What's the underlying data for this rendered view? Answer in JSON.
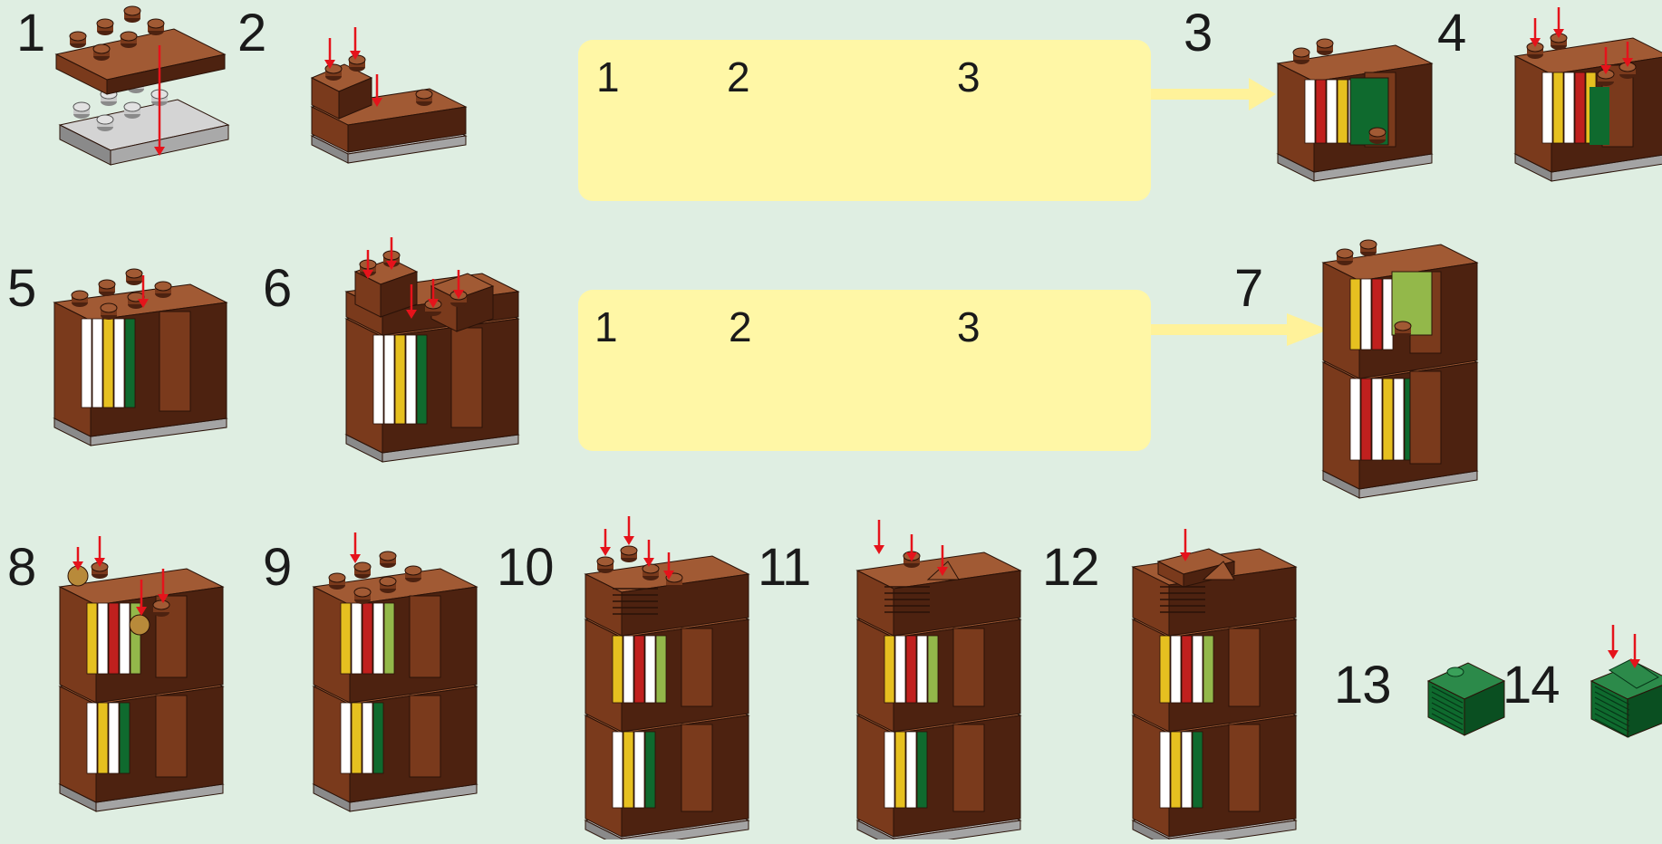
{
  "steps": {
    "s1": "1",
    "s2": "2",
    "s3": "3",
    "s4": "4",
    "s5": "5",
    "s6": "6",
    "s7": "7",
    "s8": "8",
    "s9": "9",
    "s10": "10",
    "s11": "11",
    "s12": "12",
    "s13": "13",
    "s14": "14"
  },
  "subassembly_top": {
    "a": "1",
    "b": "2",
    "c": "3"
  },
  "subassembly_bottom": {
    "a": "1",
    "b": "2",
    "c": "3"
  },
  "colors": {
    "background": "#dfeee2",
    "panel": "#fff7a6",
    "connector_arrow": "#fff29a",
    "brick_brown": "#7a3a1c",
    "brick_brown_light": "#a15a34",
    "brick_brown_dark": "#4d2210",
    "plate_gray": "#c9c9c9",
    "plate_gray_dark": "#8a8a8a",
    "book_white": "#ffffff",
    "book_yellow": "#e6c020",
    "book_red": "#c0201e",
    "book_green": "#0f6a2e",
    "book_lime": "#93b84a",
    "arrow_red": "#e5131b"
  }
}
